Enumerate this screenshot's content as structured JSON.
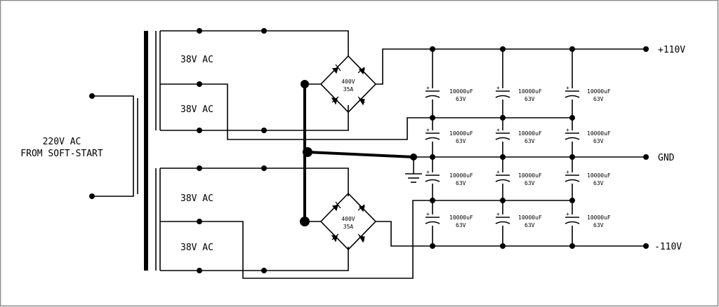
{
  "input_label_line1": "220V AC",
  "input_label_line2": "FROM SOFT-START",
  "winding_labels": [
    "38V AC",
    "38V AC",
    "38V AC",
    "38V AC"
  ],
  "bridge_rating_voltage": "400V",
  "bridge_rating_current": "35A",
  "cap_value": "10000uF",
  "cap_voltage": "63V",
  "rail_positive": "+110V",
  "rail_ground": "GND",
  "rail_negative": "-110V"
}
